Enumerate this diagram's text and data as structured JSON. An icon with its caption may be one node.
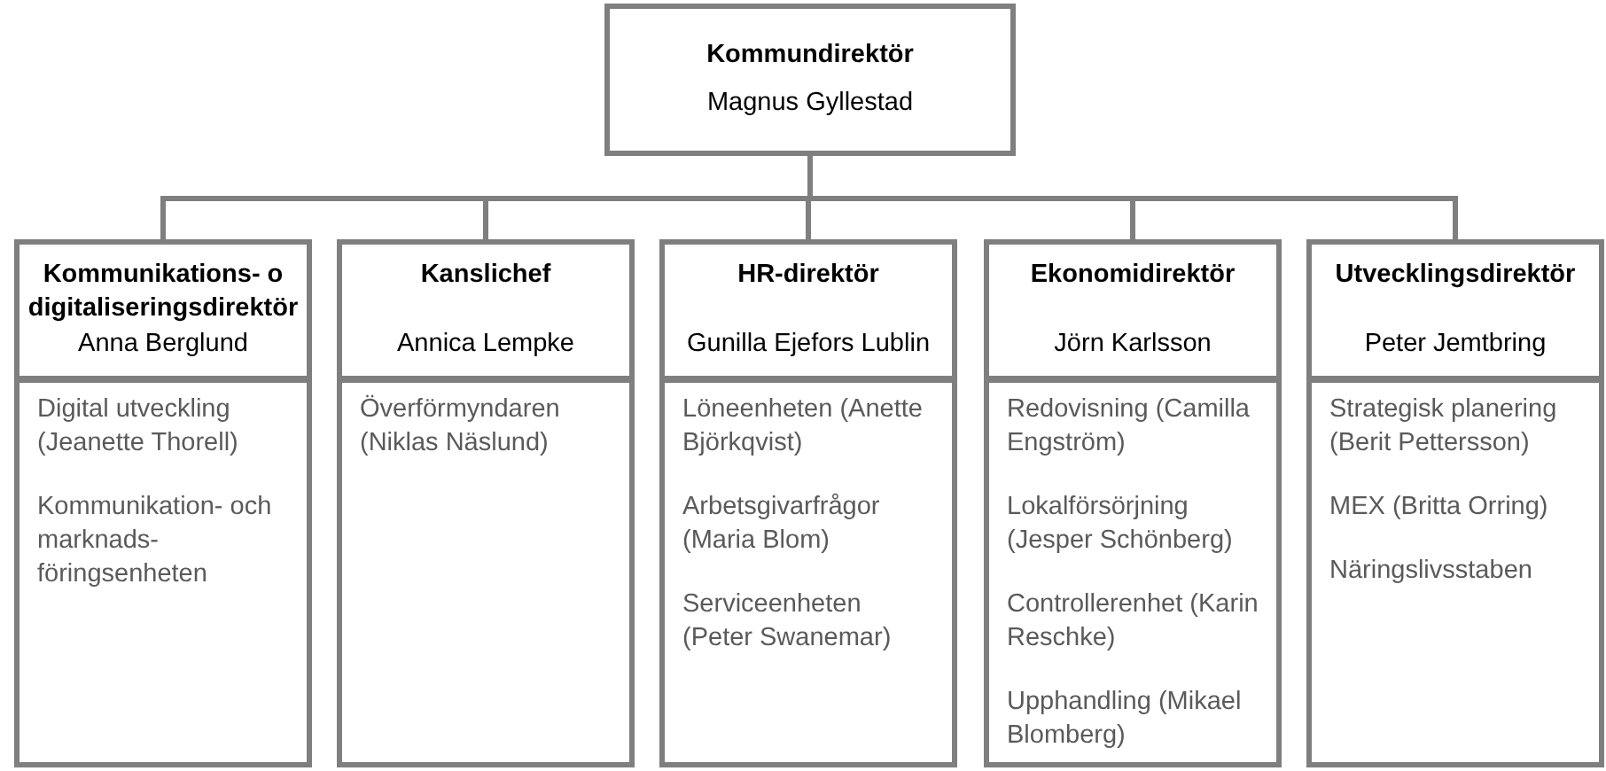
{
  "diagram": {
    "nodes": [
      {
        "text": [
          "Kommundirektör",
          "Magnus Gyllestad"
        ]
      },
      {
        "text": [
          "Kommunikations- o digitaliseringsdirektör",
          "Anna Berglund"
        ]
      },
      {
        "text": [
          "Digital utveckling (Jeanette Thorell)",
          "Kommunikation- och marknads- föringsenheten"
        ]
      },
      {
        "text": [
          "Kanslichef",
          "Annica Lempke"
        ]
      },
      {
        "text": [
          "Överförmyndaren (Niklas Näslund)"
        ]
      },
      {
        "text": [
          "HR-direktör",
          "Gunilla Ejefors Lublin"
        ]
      },
      {
        "text": [
          "Löneenheten (Anette Björkqvist)",
          "Arbetsgivarfrågor (Maria Blom)",
          "Serviceenheten (Peter Swanemar)"
        ]
      },
      {
        "text": [
          "Ekonomidirektör",
          "Jörn Karlsson"
        ]
      },
      {
        "text": [
          "Redovisning (Camilla Engström)",
          "Lokalförsörjning (Jesper Schönberg)",
          "Controllerenhet (Karin Reschke)",
          "Upphandling (Mikael Blomberg)"
        ]
      },
      {
        "text": [
          "Utvecklingsdirektör",
          "Peter Jemtbring"
        ]
      },
      {
        "text": [
          "Strategisk planering (Berit Pettersson)",
          "MEX (Britta Orring)",
          "Näringslivsstaben"
        ]
      }
    ],
    "edges": [
      {
        "from": 0,
        "to": 1,
        "arrow": "none"
      },
      {
        "from": 0,
        "to": 3,
        "arrow": "none"
      },
      {
        "from": 0,
        "to": 5,
        "arrow": "none"
      },
      {
        "from": 0,
        "to": 7,
        "arrow": "none"
      },
      {
        "from": 0,
        "to": 9,
        "arrow": "none"
      }
    ]
  }
}
